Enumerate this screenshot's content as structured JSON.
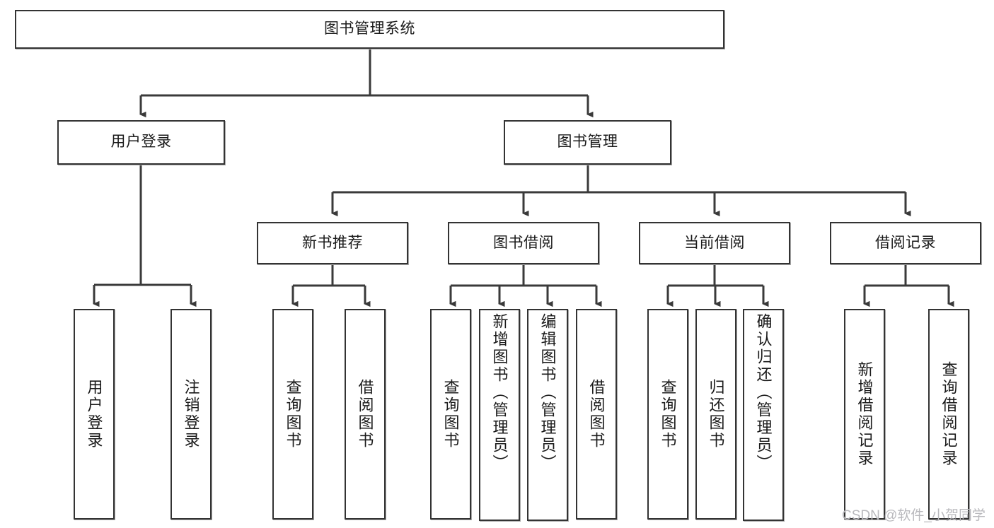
{
  "diagram": {
    "type": "hierarchy-tree",
    "title": "图书管理系统",
    "watermark": "CSDN @软件_小贺同学",
    "colors": {
      "box_border": "#333333",
      "box_fill": "#ffffff",
      "connector": "#3a3a3a",
      "text": "#1a1a1a",
      "watermark": "#b9b9bd"
    },
    "levels": {
      "root": {
        "label": "图书管理系统"
      },
      "level2": [
        {
          "label": "用户登录"
        },
        {
          "label": "图书管理"
        }
      ],
      "level3": [
        {
          "label": "新书推荐"
        },
        {
          "label": "图书借阅"
        },
        {
          "label": "当前借阅"
        },
        {
          "label": "借阅记录"
        }
      ],
      "leaves": {
        "user_login": [
          {
            "label": "用户登录"
          },
          {
            "label": "注销登录"
          }
        ],
        "new_book_recommend": [
          {
            "label": "查询图书"
          },
          {
            "label": "借阅图书"
          }
        ],
        "book_borrow": [
          {
            "label": "查询图书"
          },
          {
            "label": "新增图书（管理员）"
          },
          {
            "label": "编辑图书（管理员）"
          },
          {
            "label": "借阅图书"
          }
        ],
        "current_borrow": [
          {
            "label": "查询图书"
          },
          {
            "label": "归还图书"
          },
          {
            "label": "确认归还（管理员）"
          }
        ],
        "borrow_record": [
          {
            "label": "新增借阅记录"
          },
          {
            "label": "查询借阅记录"
          }
        ]
      }
    }
  }
}
